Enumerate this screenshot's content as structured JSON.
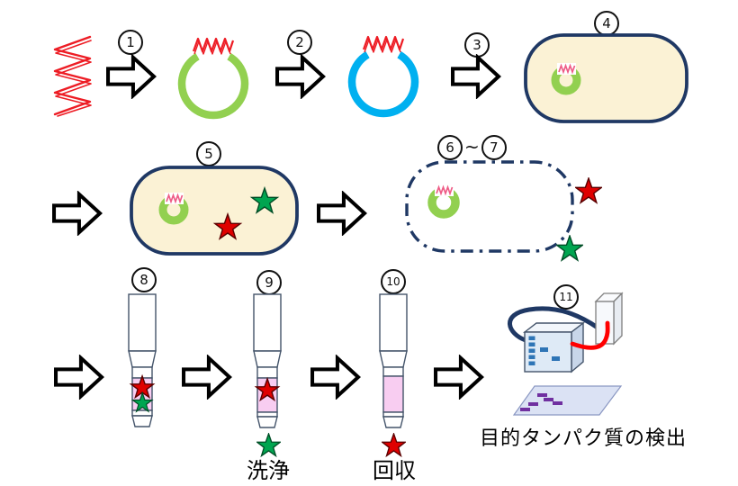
{
  "step_numbers": [
    "1",
    "2",
    "3",
    "4",
    "5",
    "6",
    "7",
    "8",
    "9",
    "10",
    "11"
  ],
  "range_label": {
    "from": "6",
    "to": "7",
    "separator": "~"
  },
  "labels": {
    "wash": "洗浄",
    "recover": "回収",
    "detection": "目的タンパク質の検出"
  },
  "colors": {
    "gene_red": "#ED1C24",
    "insert_pink": "#EE5C86",
    "plasmid_green": "#92D050",
    "plasmid_blue": "#00B0F0",
    "cell_fill": "#FBF2D5",
    "cell_border": "#1F3864",
    "star_red": "#DF0000",
    "star_red_outline": "#5A0000",
    "star_green": "#00A550",
    "star_green_outline": "#004D26",
    "column_stroke": "#44546A",
    "resin_pink": "#F8CDF1",
    "tank_blue": "#DEEAF6",
    "tank_band_blue": "#2E75B6",
    "wire_navy": "#1F3864",
    "wire_red": "#FF0000",
    "gel_sheet": "#DBE2F4",
    "gel_band_purple": "#7030A0",
    "arrow_fill": "#FFFFFF",
    "arrow_outline": "#000000"
  },
  "icons": {
    "gene-coil": "red zigzag coil (target gene DNA)",
    "plasmid-green": "green ring with red insert",
    "plasmid-blue": "blue ring with red insert",
    "cell": "beige rounded-rectangle cell",
    "lysed-cell": "dash-dot rounded-rectangle cell outline",
    "red-star": "target protein",
    "green-star": "other protein",
    "spin-column": "column with pink resin bed",
    "electrophoresis-apparatus": "gel box with power supply and wires",
    "gel-sheet": "flat gel with purple bands",
    "step-arrow": "hollow right block arrow"
  }
}
